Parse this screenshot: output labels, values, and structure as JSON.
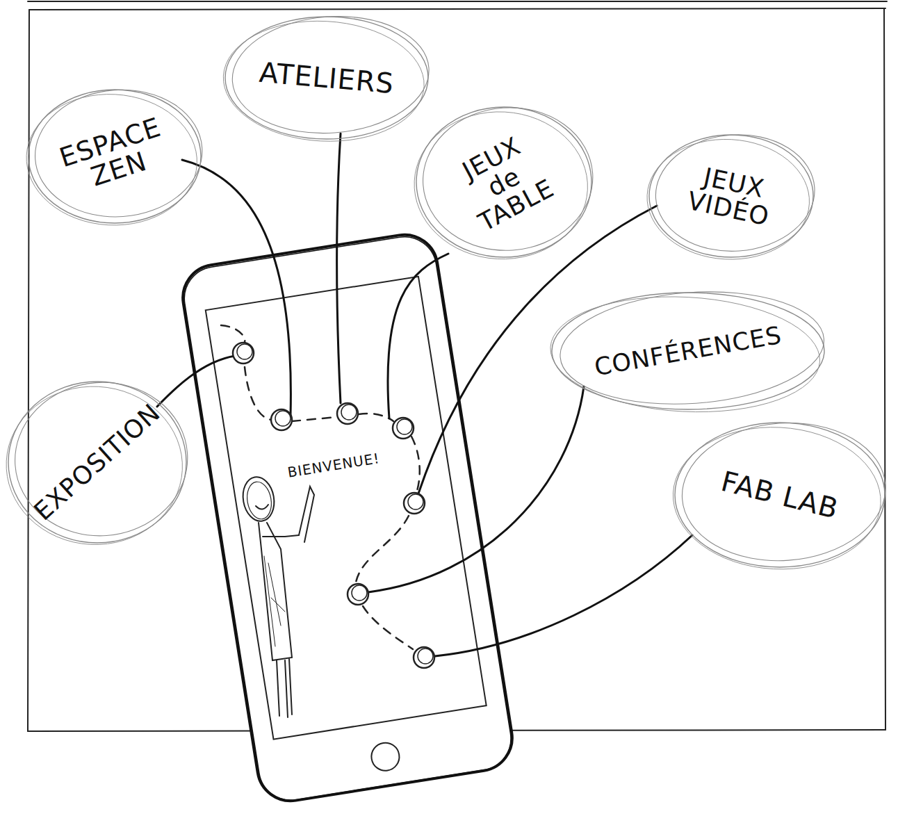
{
  "diagram": {
    "nodes": [
      {
        "text": [
          "ESPACE ZEN"
        ]
      },
      {
        "text": [
          "ATELIERS"
        ]
      },
      {
        "text": [
          "JEUX de TABLE"
        ]
      },
      {
        "text": [
          "JEUX VIDÉO"
        ]
      },
      {
        "text": [
          "CONFÉRENCES"
        ]
      },
      {
        "text": [
          "EXPOSITION"
        ]
      },
      {
        "text": [
          "FAB LAB"
        ]
      }
    ],
    "labels": [
      "BIENVENUE!"
    ]
  }
}
